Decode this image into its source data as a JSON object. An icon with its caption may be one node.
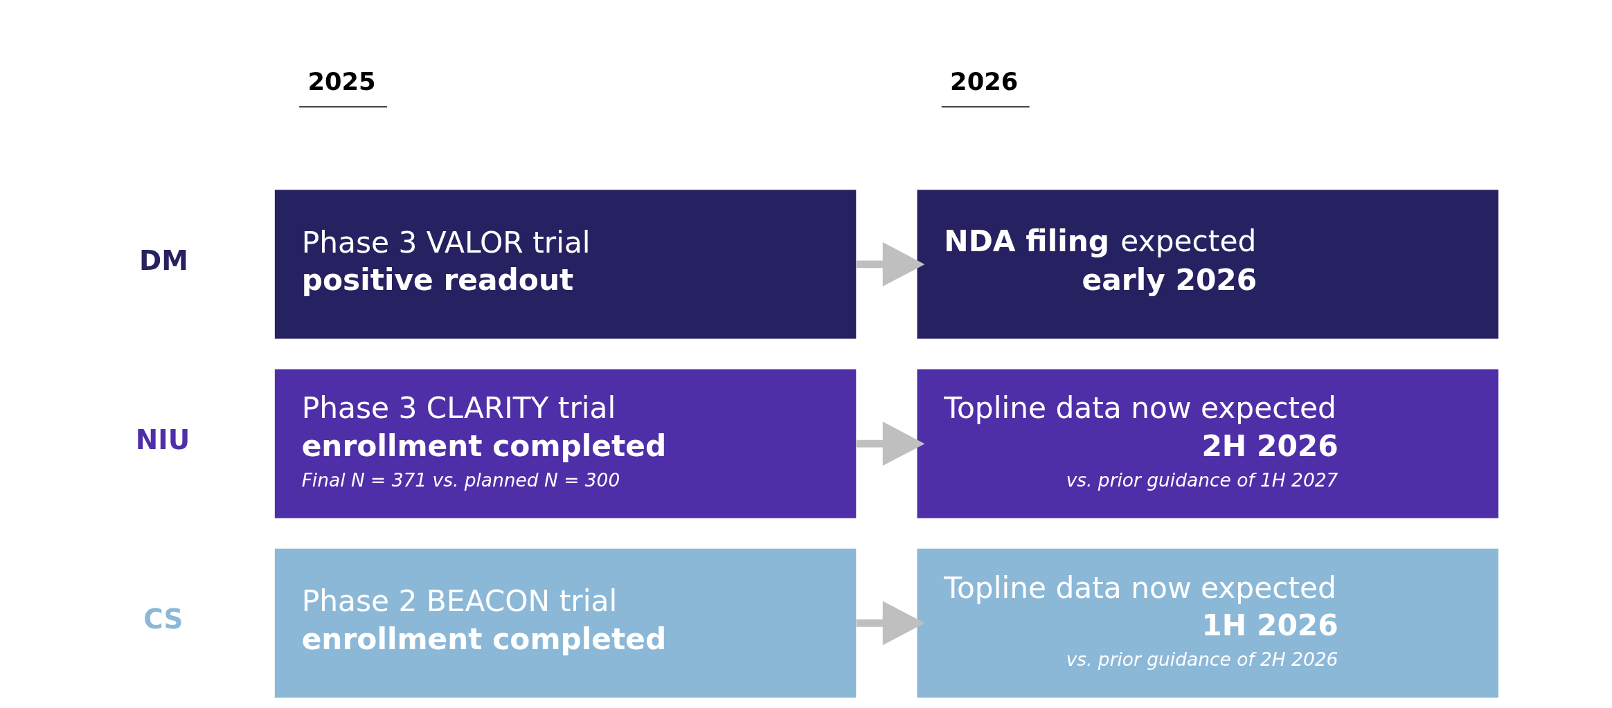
{
  "diagram": {
    "nodes": [
      {
        "text": [
          "Phase 3 VALOR trial",
          "**positive readout**"
        ]
      },
      {
        "text": [
          "**NDA filing** expected",
          "**early 2026**"
        ]
      },
      {
        "text": [
          "Phase 3 CLARITY trial",
          "**enrollment completed**",
          "*Final N = 371 vs. planned N = 300*"
        ]
      },
      {
        "text": [
          "Topline data now expected",
          "**2H 2026**",
          "*vs. prior guidance of 1H 2027*"
        ]
      },
      {
        "text": [
          "Phase 2 BEACON trial",
          "**enrollment completed**"
        ]
      },
      {
        "text": [
          "Topline data now expected",
          "**1H 2026**",
          "*vs. prior guidance of 2H 2026*"
        ]
      }
    ],
    "edges": [
      {
        "from": 0,
        "to": 1,
        "arrow": "to"
      },
      {
        "from": 2,
        "to": 3,
        "arrow": "to"
      },
      {
        "from": 4,
        "to": 5,
        "arrow": "to"
      }
    ],
    "labels": [
      "2025",
      "2026",
      "DM",
      "NIU",
      "CS"
    ]
  }
}
